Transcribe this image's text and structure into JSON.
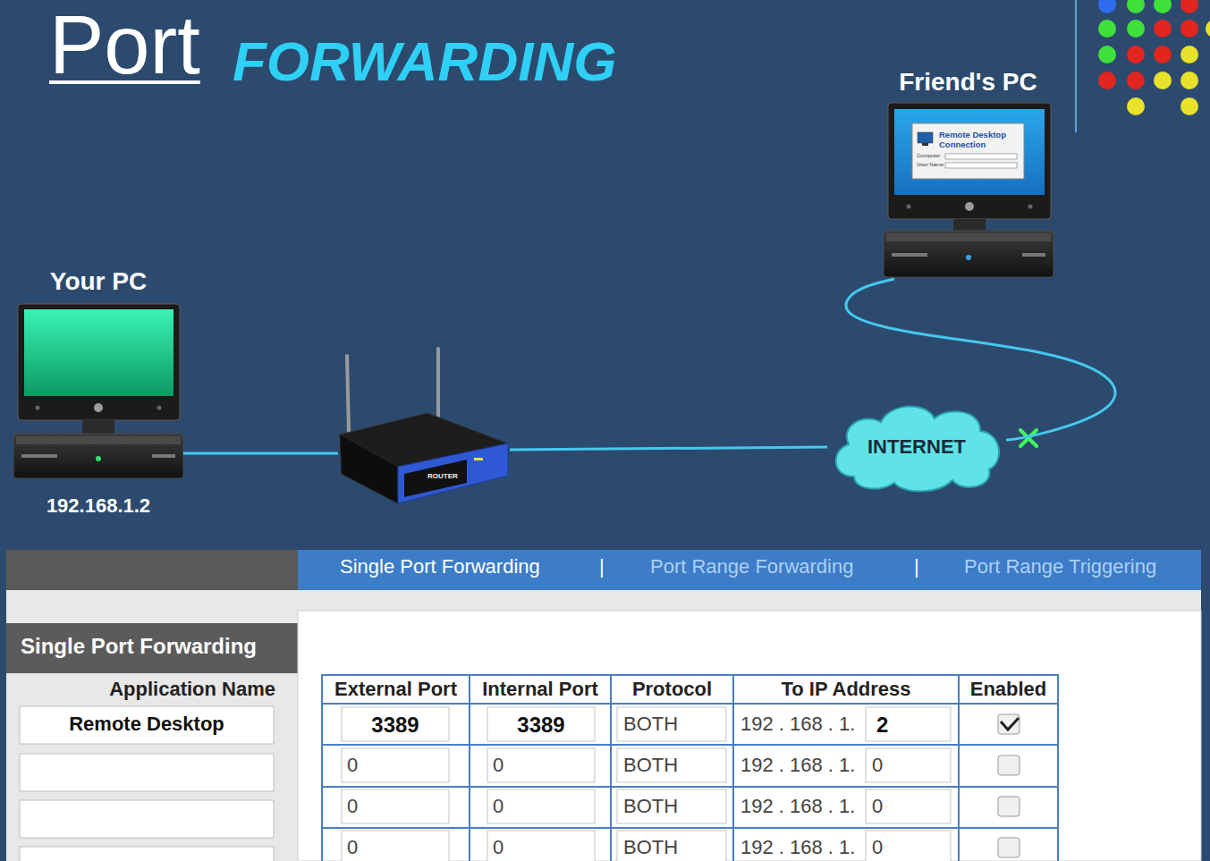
{
  "diagram": {
    "title": "Port",
    "nodes": [
      {
        "text": [
          "Your PC",
          "192.168.1.2"
        ]
      },
      {
        "text": [
          "ROUTER"
        ]
      },
      {
        "text": [
          "INTERNET"
        ]
      },
      {
        "text": [
          "Friend's PC"
        ]
      }
    ],
    "edges": [
      {
        "from": 0,
        "to": 1,
        "arrow": "none"
      },
      {
        "from": 1,
        "to": 2,
        "arrow": "none"
      },
      {
        "from": 2,
        "to": 3,
        "arrow": "none"
      }
    ],
    "labels": [
      "FORWARDING",
      "Remote Desktop Connection",
      "Computer",
      "User Name",
      "Single Port Forwarding",
      "|",
      "Port Range Forwarding",
      "|",
      "Port Range Triggering",
      "Single Port Forwarding",
      "Application Name",
      "Remote Desktop",
      "External Port",
      "Internal Port",
      "Protocol",
      "To IP Address",
      "Enabled",
      "3389",
      "3389",
      "BOTH",
      "192 . 168 . 1.",
      "2",
      "0",
      "0",
      "BOTH",
      "192 . 168 . 1.",
      "0",
      "0",
      "0",
      "BOTH",
      "192 . 168 . 1.",
      "0",
      "0",
      "0",
      "BOTH",
      "192 . 168 . 1.",
      "0"
    ]
  }
}
